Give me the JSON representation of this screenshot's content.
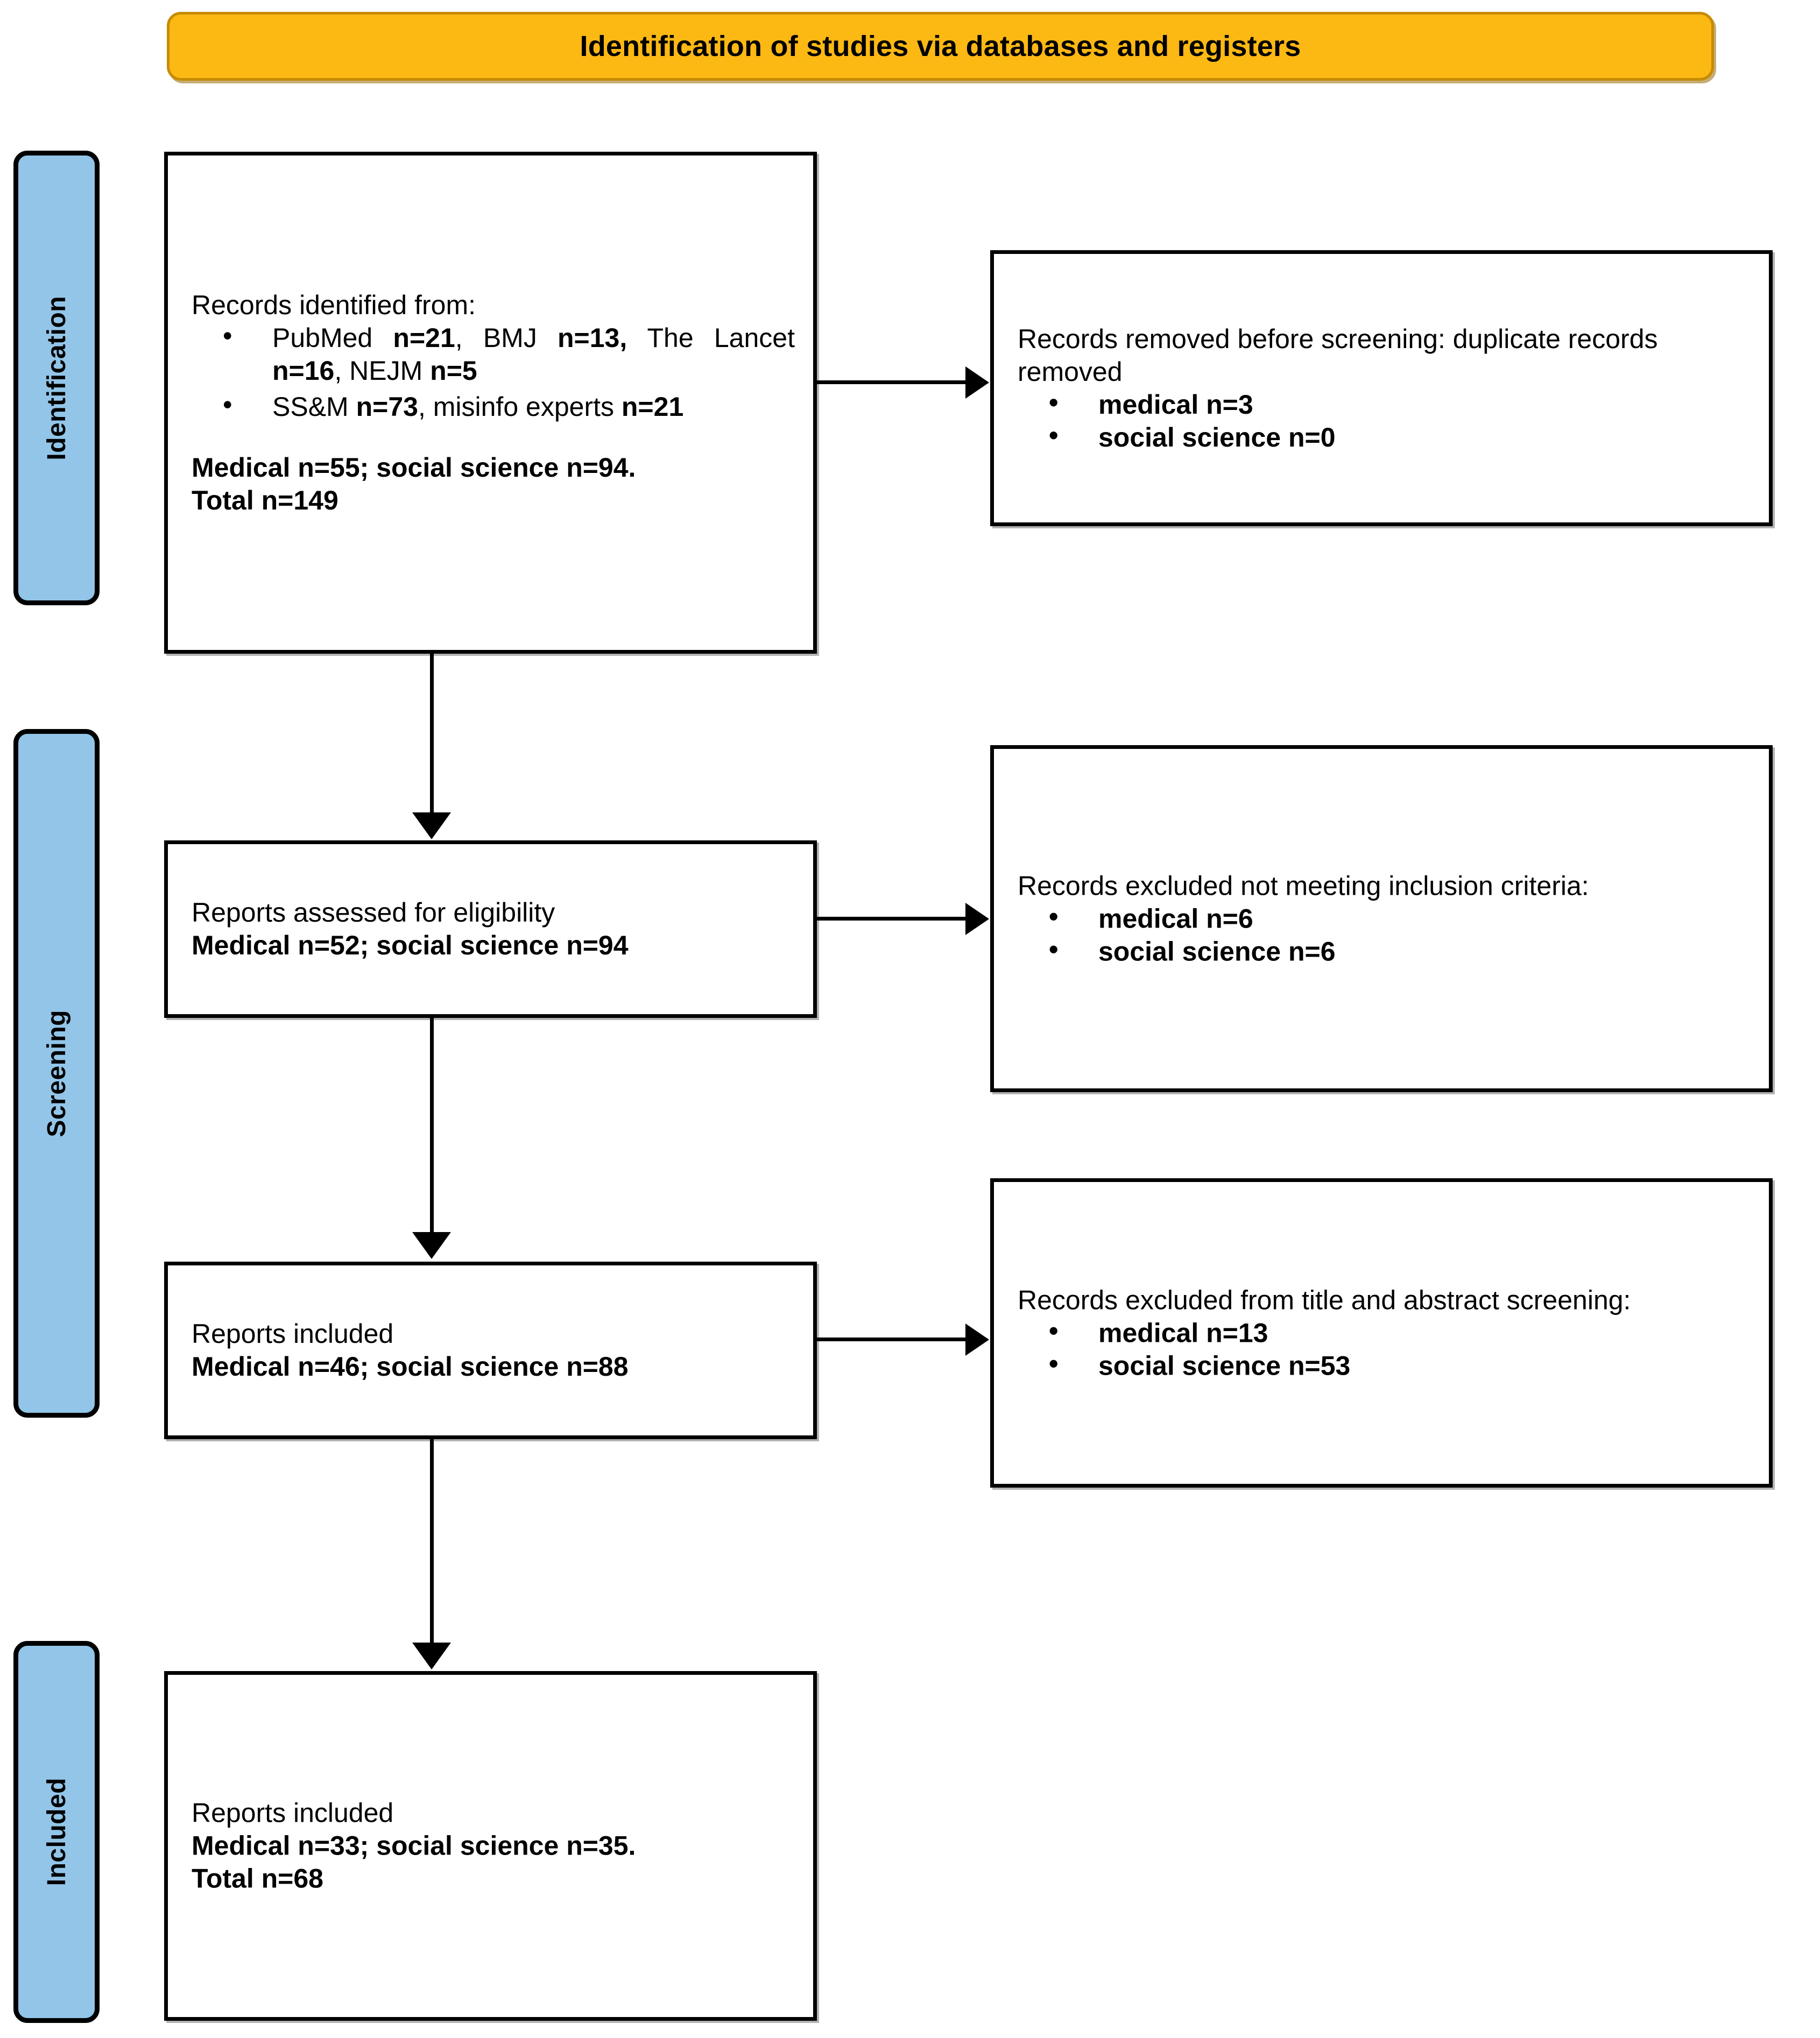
{
  "banner": {
    "title": "Identification of studies via databases and registers"
  },
  "stages": [
    {
      "name": "identification",
      "label": "Identification"
    },
    {
      "name": "screening",
      "label": "Screening"
    },
    {
      "name": "included",
      "label": "Included"
    }
  ],
  "boxes": {
    "identified": {
      "heading": "Records identified from:",
      "bullets": [
        {
          "parts": [
            "PubMed ",
            "n=21",
            ", BMJ ",
            "n=13,",
            " The Lancet ",
            "n=16",
            ", NEJM ",
            "n=5"
          ]
        },
        {
          "parts": [
            "SS&M ",
            "n=73",
            ", misinfo experts ",
            "n=21"
          ]
        }
      ],
      "bullet_1_plain_1": "PubMed",
      "bullet_1_bold_1": "n=21",
      "bullet_1_plain_2": ", BMJ",
      "bullet_1_bold_2": "n=13,",
      "bullet_1_plain_3": "The Lancet",
      "bullet_1_bold_3": "n=16",
      "bullet_1_plain_4": ", NEJM",
      "bullet_1_bold_4": "n=5",
      "bullet_2_plain_1": "SS&M",
      "bullet_2_bold_1": "n=73",
      "bullet_2_plain_2": ", misinfo experts",
      "bullet_2_bold_2": "n=21",
      "summary_line_1": "Medical n=55; social science n=94.",
      "summary_line_2": "Total n=149"
    },
    "removed": {
      "heading": "Records removed before screening: duplicate records removed",
      "bullets": [
        "medical n=3",
        "social science n=0"
      ]
    },
    "eligibility": {
      "line_1": "Reports assessed for eligibility",
      "line_2": "Medical n=52; social science n=94"
    },
    "excluded_criteria": {
      "heading": "Records excluded not meeting inclusion criteria:",
      "bullets": [
        "medical n=6",
        "social science n=6"
      ]
    },
    "reports_included": {
      "line_1": "Reports included",
      "line_2": "Medical n=46; social science n=88"
    },
    "excluded_title_abstract": {
      "heading": "Records excluded from title and abstract screening:",
      "bullets": [
        "medical n=13",
        "social science n=53"
      ]
    },
    "included_final": {
      "line_1": "Reports included",
      "line_2": "Medical n=33; social science n=35.",
      "line_3": "Total n=68"
    }
  },
  "colors": {
    "banner_fill": "#FCB813",
    "banner_border": "#C68B06",
    "stage_tab_fill": "#92C5E8",
    "box_border": "#000000",
    "text": "#000000"
  }
}
